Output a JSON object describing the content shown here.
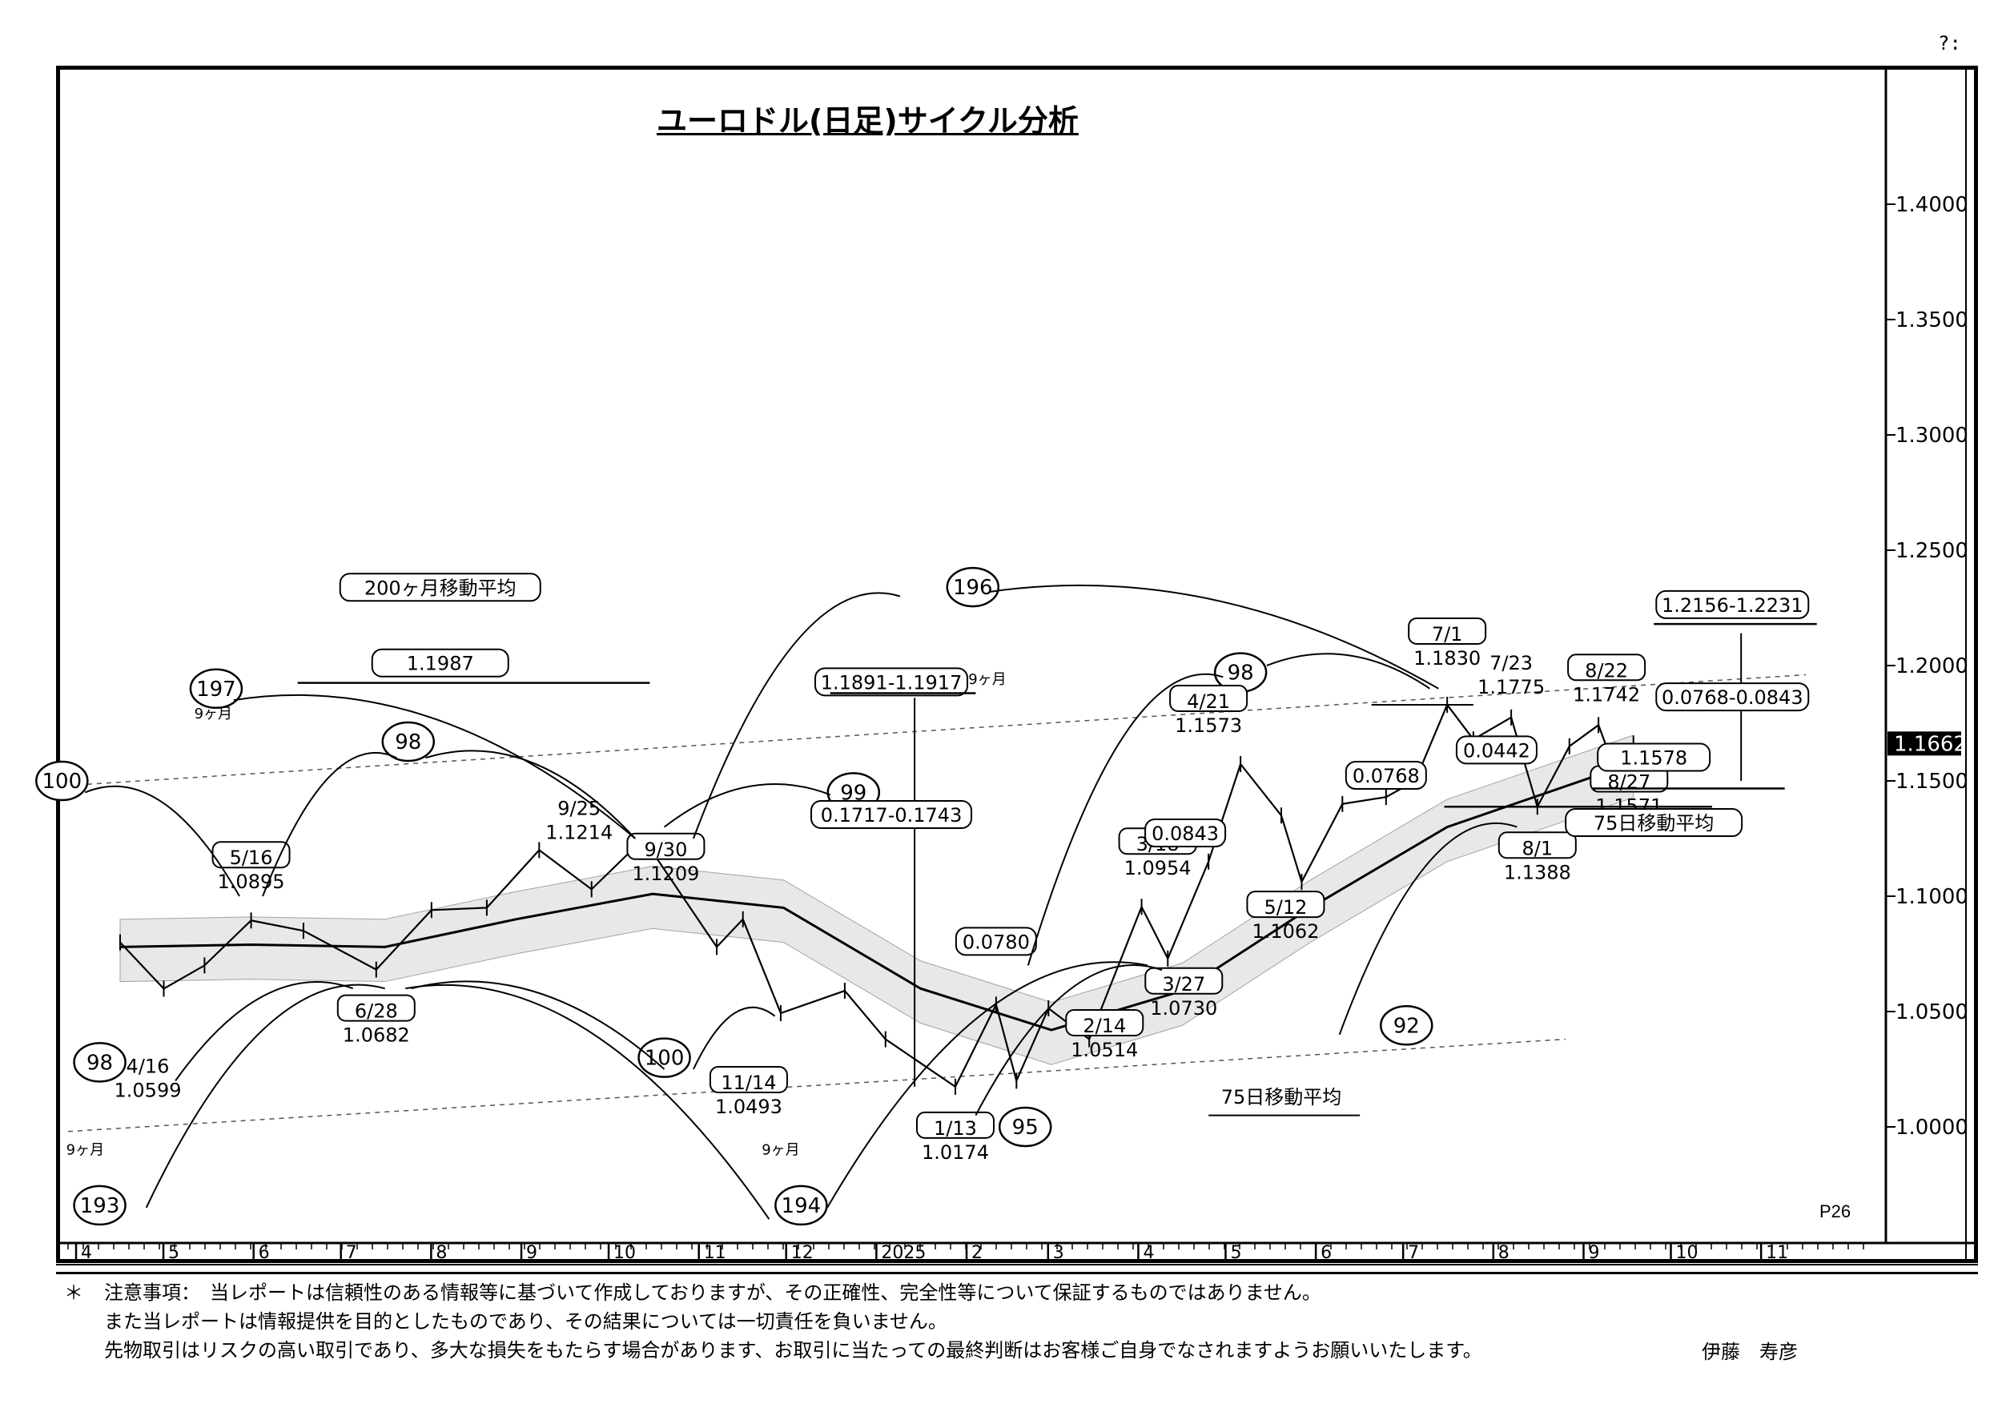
{
  "header": {
    "title": "ユーロドル(日足)サイクル分析",
    "page_num": "P26",
    "corner_text": "?:"
  },
  "footer": {
    "star": "＊",
    "lines": [
      "注意事項：　当レポートは信頼性のある情報等に基づいて作成しておりますが、その正確性、完全性等について保証するものではありません。",
      "また当レポートは情報提供を目的としたものであり、その結果については一切責任を負いません。",
      "先物取引はリスクの高い取引であり、多大な損失をもたらす場合があります、お取引に当たっての最終判断はお客様ご自身でなされますようお願いいたします。"
    ],
    "author": "伊藤　寿彦"
  },
  "chart_data": {
    "type": "line",
    "title": "ユーロドル(日足)サイクル分析",
    "y_ticks": [
      "1.4000",
      "1.3500",
      "1.3000",
      "1.2500",
      "1.2000",
      "1.1500",
      "1.1000",
      "1.0500",
      "1.0000"
    ],
    "ylim": [
      0.96,
      1.46
    ],
    "x_ticks": [
      "4",
      "5",
      "6",
      "7",
      "8",
      "9",
      "10",
      "11",
      "12",
      "2025",
      "2",
      "3",
      "4",
      "5",
      "6",
      "7",
      "8",
      "9",
      "10",
      "11"
    ],
    "current_price": "1.1662",
    "price_series": [
      {
        "date": "2024-04-01",
        "value": 1.08
      },
      {
        "date": "2024-04-16",
        "value": 1.0599
      },
      {
        "date": "2024-04-30",
        "value": 1.07
      },
      {
        "date": "2024-05-16",
        "value": 1.0895
      },
      {
        "date": "2024-06-03",
        "value": 1.085
      },
      {
        "date": "2024-06-28",
        "value": 1.0682
      },
      {
        "date": "2024-07-17",
        "value": 1.094
      },
      {
        "date": "2024-08-05",
        "value": 1.095
      },
      {
        "date": "2024-08-23",
        "value": 1.12
      },
      {
        "date": "2024-09-10",
        "value": 1.103
      },
      {
        "date": "2024-09-25",
        "value": 1.1214
      },
      {
        "date": "2024-09-30",
        "value": 1.1209
      },
      {
        "date": "2024-10-23",
        "value": 1.078
      },
      {
        "date": "2024-11-01",
        "value": 1.09
      },
      {
        "date": "2024-11-14",
        "value": 1.0493
      },
      {
        "date": "2024-12-06",
        "value": 1.059
      },
      {
        "date": "2024-12-20",
        "value": 1.038
      },
      {
        "date": "2025-01-13",
        "value": 1.0174
      },
      {
        "date": "2025-01-27",
        "value": 1.053
      },
      {
        "date": "2025-02-03",
        "value": 1.02
      },
      {
        "date": "2025-02-14",
        "value": 1.0514
      },
      {
        "date": "2025-02-28",
        "value": 1.038
      },
      {
        "date": "2025-03-18",
        "value": 1.0954
      },
      {
        "date": "2025-03-27",
        "value": 1.073
      },
      {
        "date": "2025-04-10",
        "value": 1.115
      },
      {
        "date": "2025-04-21",
        "value": 1.1573
      },
      {
        "date": "2025-05-05",
        "value": 1.135
      },
      {
        "date": "2025-05-12",
        "value": 1.1062
      },
      {
        "date": "2025-05-26",
        "value": 1.14
      },
      {
        "date": "2025-06-10",
        "value": 1.143
      },
      {
        "date": "2025-06-20",
        "value": 1.15
      },
      {
        "date": "2025-07-01",
        "value": 1.183
      },
      {
        "date": "2025-07-10",
        "value": 1.168
      },
      {
        "date": "2025-07-23",
        "value": 1.1775
      },
      {
        "date": "2025-08-01",
        "value": 1.1388
      },
      {
        "date": "2025-08-12",
        "value": 1.165
      },
      {
        "date": "2025-08-22",
        "value": 1.1742
      },
      {
        "date": "2025-08-27",
        "value": 1.1571
      },
      {
        "date": "2025-09-03",
        "value": 1.1662
      }
    ],
    "ma75_series": [
      {
        "date": "2024-04-01",
        "value": 1.078
      },
      {
        "date": "2024-05-16",
        "value": 1.079
      },
      {
        "date": "2024-07-01",
        "value": 1.078
      },
      {
        "date": "2024-08-15",
        "value": 1.09
      },
      {
        "date": "2024-10-01",
        "value": 1.101
      },
      {
        "date": "2024-11-15",
        "value": 1.095
      },
      {
        "date": "2025-01-01",
        "value": 1.06
      },
      {
        "date": "2025-02-15",
        "value": 1.042
      },
      {
        "date": "2025-04-01",
        "value": 1.059
      },
      {
        "date": "2025-05-15",
        "value": 1.095
      },
      {
        "date": "2025-07-01",
        "value": 1.13
      },
      {
        "date": "2025-09-03",
        "value": 1.1578
      }
    ],
    "cycle_labels": [
      {
        "text": "100",
        "date": "2024-03-12",
        "value": 1.15
      },
      {
        "text": "98",
        "date": "2024-07-09",
        "value": 1.167
      },
      {
        "text": "99",
        "date": "2024-12-09",
        "value": 1.145
      },
      {
        "text": "98",
        "date": "2025-04-21",
        "value": 1.197
      },
      {
        "text": "98",
        "date": "2024-03-25",
        "value": 1.028
      },
      {
        "text": "100",
        "date": "2024-10-05",
        "value": 1.03
      },
      {
        "text": "95",
        "date": "2025-02-06",
        "value": 1.0
      },
      {
        "text": "92",
        "date": "2025-06-17",
        "value": 1.044
      },
      {
        "text": "197",
        "date": "2024-05-04",
        "value": 1.19
      },
      {
        "text": "196",
        "date": "2025-01-19",
        "value": 1.234
      },
      {
        "text": "193",
        "date": "2024-03-25",
        "value": 0.966
      },
      {
        "text": "194",
        "date": "2024-11-21",
        "value": 0.966
      }
    ],
    "month_cycle_labels": [
      {
        "text": "9ヶ月",
        "date": "2024-05-03",
        "value": 1.177
      },
      {
        "text": "9ヶ月",
        "date": "2025-01-24",
        "value": 1.192
      },
      {
        "text": "9ヶ月",
        "date": "2024-03-20",
        "value": 0.988
      },
      {
        "text": "9ヶ月",
        "date": "2024-11-14",
        "value": 0.988
      }
    ],
    "price_labels": [
      {
        "date_label": "5/16",
        "value_label": "1.0895",
        "boxed": true
      },
      {
        "date_label": "9/25",
        "value_label": "1.1214",
        "boxed": false
      },
      {
        "date_label": "9/30",
        "value_label": "1.1209",
        "boxed": true
      },
      {
        "date_label": "4/16",
        "value_label": "1.0599",
        "boxed": false
      },
      {
        "date_label": "6/28",
        "value_label": "1.0682",
        "boxed": true
      },
      {
        "date_label": "11/14",
        "value_label": "1.0493",
        "boxed": true
      },
      {
        "date_label": "1/13",
        "value_label": "1.0174",
        "boxed": true
      },
      {
        "date_label": "2/14",
        "value_label": "1.0514",
        "boxed": true
      },
      {
        "date_label": "3/18",
        "value_label": "1.0954",
        "boxed": true
      },
      {
        "date_label": "3/27",
        "value_label": "1.0730",
        "boxed": true
      },
      {
        "date_label": "4/21",
        "value_label": "1.1573",
        "boxed": true
      },
      {
        "date_label": "5/12",
        "value_label": "1.1062",
        "boxed": true
      },
      {
        "date_label": "7/1",
        "value_label": "1.1830",
        "boxed": true
      },
      {
        "date_label": "7/23",
        "value_label": "1.1775",
        "boxed": false
      },
      {
        "date_label": "8/22",
        "value_label": "1.1742",
        "boxed": true
      },
      {
        "date_label": "8/1",
        "value_label": "1.1388",
        "boxed": true
      },
      {
        "date_label": "8/27",
        "value_label": "1.1571",
        "boxed": true
      }
    ],
    "annotations": {
      "ma200_label": "200ヶ月移動平均",
      "ma200_value": "1.1987",
      "ma75_label": "75日移動平均",
      "ma75_value": "1.1578",
      "ma75_label_bottom": "75日移動平均",
      "target_range_1": "1.1891-1.1917",
      "range_box_1": "0.1717-0.1743",
      "range_box_2": "0.0780",
      "range_box_3": "0.0843",
      "range_box_4": "0.0768",
      "range_box_5": "0.0442",
      "target_range_2": "1.2156-1.2231",
      "range_box_6": "0.0768-0.0843"
    },
    "grid": false,
    "colors": {
      "line": "#000000",
      "background": "#ffffff",
      "cloud": "#d9d9d9"
    }
  }
}
